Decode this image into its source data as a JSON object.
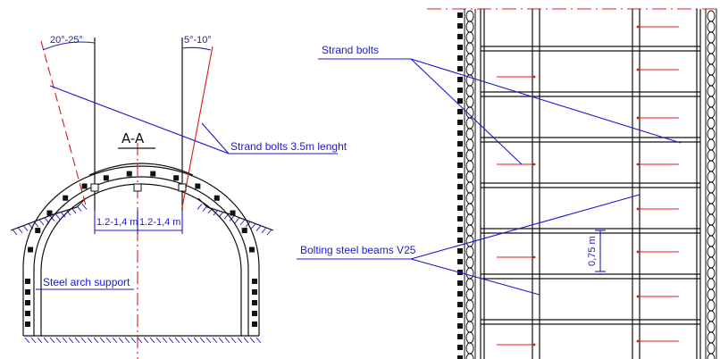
{
  "section_left": {
    "angle_left": "20°-25°",
    "angle_right": "5°-10°",
    "section_label": "A-A",
    "bolt_label": "Strand bolts 3.5m lenght",
    "spacing_left": "1.2-1,4 m",
    "spacing_right": "1.2-1,4 m",
    "arch_label": "Steel arch support"
  },
  "plan_right": {
    "strand_label": "Strand bolts",
    "beams_label": "Bolting steel beams V25",
    "spacing_label": "0,75 m"
  },
  "colors": {
    "line": "#111111",
    "annotation": "#1a1acc",
    "bolt": "#e01818"
  }
}
